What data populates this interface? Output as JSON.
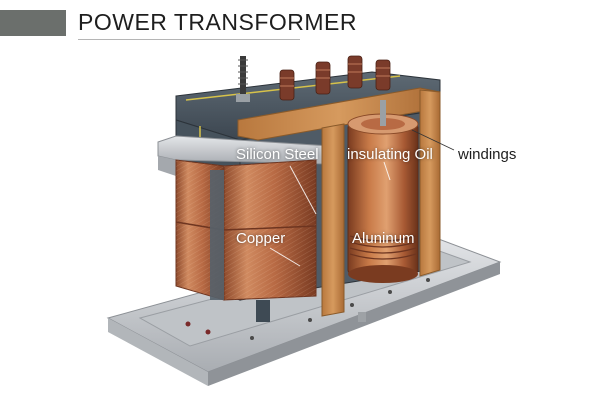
{
  "title": "POWER TRANSFORMER",
  "labels": {
    "silicon_steel": "Silicon Steel",
    "insulating_oil": "insulating Oil",
    "windings": "windings",
    "copper": "Copper",
    "aluminum": "Aluninum"
  },
  "colors": {
    "title_bar": "#6b6f6c",
    "tank": "#4e5a64",
    "wood_frame": "#c98a4c",
    "copper": "#c87a52",
    "steel": "#c9ccd0",
    "bushing": "#7a3b2a"
  }
}
